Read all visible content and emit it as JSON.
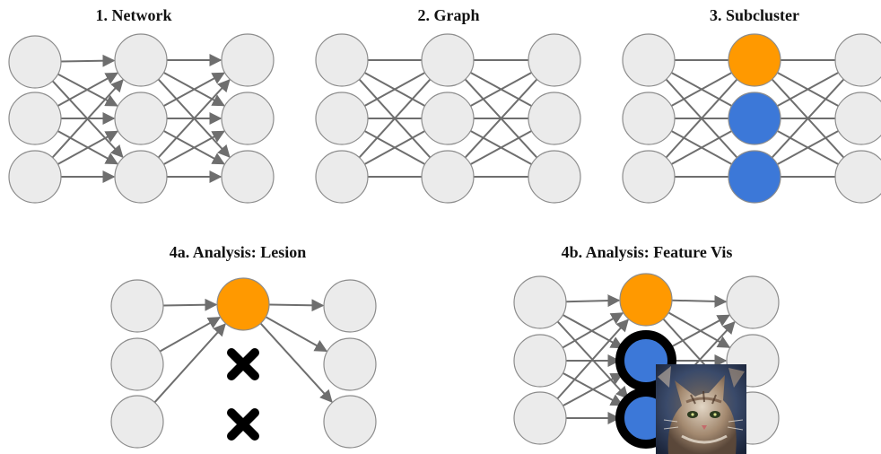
{
  "titles": {
    "network": "1. Network",
    "graph": "2. Graph",
    "subcluster": "3. Subcluster",
    "lesion": "4a. Analysis: Lesion",
    "feature_vis": "4b. Analysis: Feature Vis"
  },
  "colors": {
    "neuron_fill": "#ebebeb",
    "neuron_stroke": "#8c8c8c",
    "edge": "#6e6e6e",
    "highlight_orange": "#ff9900",
    "highlight_blue": "#3c78d8",
    "removed_mark": "#000000"
  },
  "icons": {
    "removed_marker": "cross-icon",
    "feature_visualization": "cat-image"
  }
}
